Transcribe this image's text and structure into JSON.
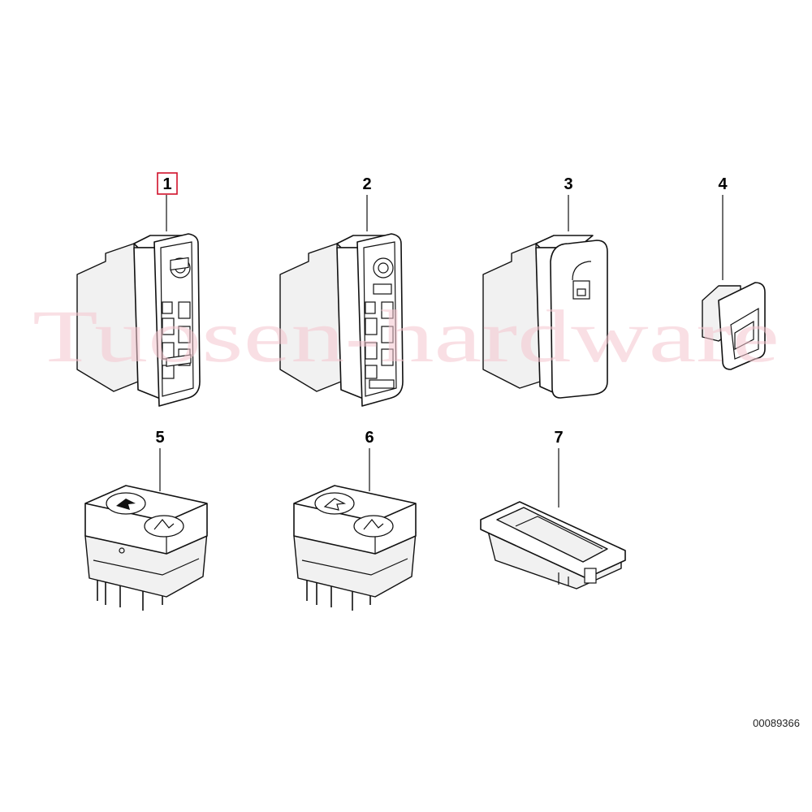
{
  "diagram": {
    "callouts": [
      {
        "id": "1",
        "label": "1",
        "selected": true
      },
      {
        "id": "2",
        "label": "2",
        "selected": false
      },
      {
        "id": "3",
        "label": "3",
        "selected": false
      },
      {
        "id": "4",
        "label": "4",
        "selected": false
      },
      {
        "id": "5",
        "label": "5",
        "selected": false
      },
      {
        "id": "6",
        "label": "6",
        "selected": false
      },
      {
        "id": "7",
        "label": "7",
        "selected": false
      }
    ],
    "reference_number": "00089366",
    "highlight_color": "#d0102a"
  },
  "watermark": {
    "text": "Tuosen-hardware",
    "color": "#f5c6cf"
  }
}
